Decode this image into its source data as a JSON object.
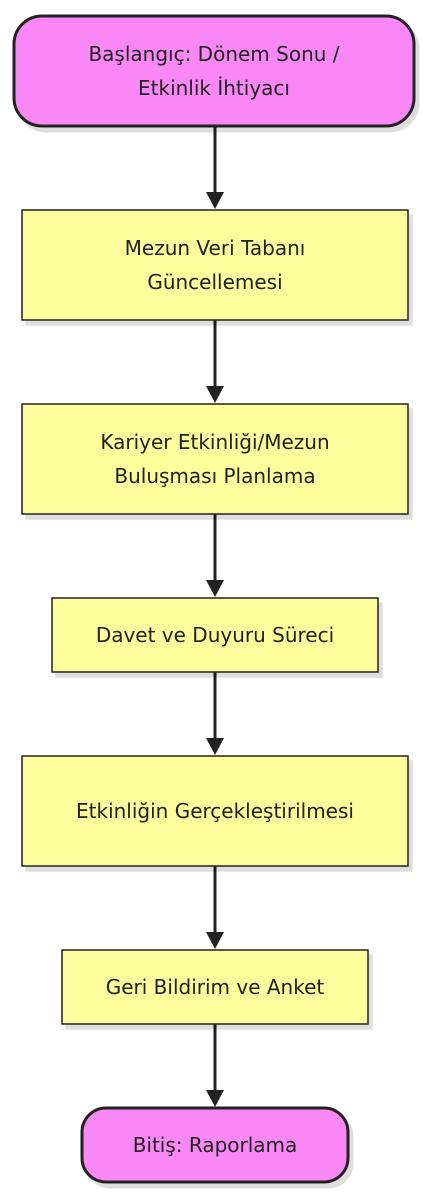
{
  "diagram": {
    "nodes": [
      {
        "id": "n1",
        "shape": "rounded",
        "lines": [
          "Başlangıç: Dönem Sonu /",
          "Etkinlik İhtiyacı"
        ]
      },
      {
        "id": "n2",
        "shape": "rect",
        "lines": [
          "Mezun Veri Tabanı",
          "Güncellemesi"
        ]
      },
      {
        "id": "n3",
        "shape": "rect",
        "lines": [
          "Kariyer Etkinliği/Mezun",
          "Buluşması Planlama"
        ]
      },
      {
        "id": "n4",
        "shape": "rect",
        "lines": [
          "Davet ve Duyuru Süreci"
        ]
      },
      {
        "id": "n5",
        "shape": "rect",
        "lines": [
          "Etkinliğin Gerçekleştirilmesi"
        ]
      },
      {
        "id": "n6",
        "shape": "rect",
        "lines": [
          "Geri Bildirim ve Anket"
        ]
      },
      {
        "id": "n7",
        "shape": "rounded",
        "lines": [
          "Bitiş: Raporlama"
        ]
      }
    ],
    "edges": [
      {
        "from": "n1",
        "to": "n2"
      },
      {
        "from": "n2",
        "to": "n3"
      },
      {
        "from": "n3",
        "to": "n4"
      },
      {
        "from": "n4",
        "to": "n5"
      },
      {
        "from": "n5",
        "to": "n6"
      },
      {
        "from": "n6",
        "to": "n7"
      }
    ],
    "colors": {
      "terminal_fill": "#f987f5",
      "process_fill": "#fdfc9c",
      "stroke": "#222222",
      "text": "#222222"
    }
  }
}
